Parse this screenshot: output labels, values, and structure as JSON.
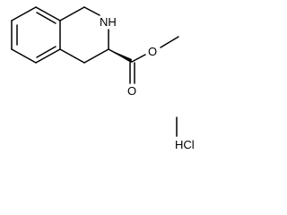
{
  "molecule": {
    "atoms": {
      "nh": "NH",
      "o_ester": "O",
      "o_carbonyl": "O",
      "hcl": "HCl"
    }
  }
}
